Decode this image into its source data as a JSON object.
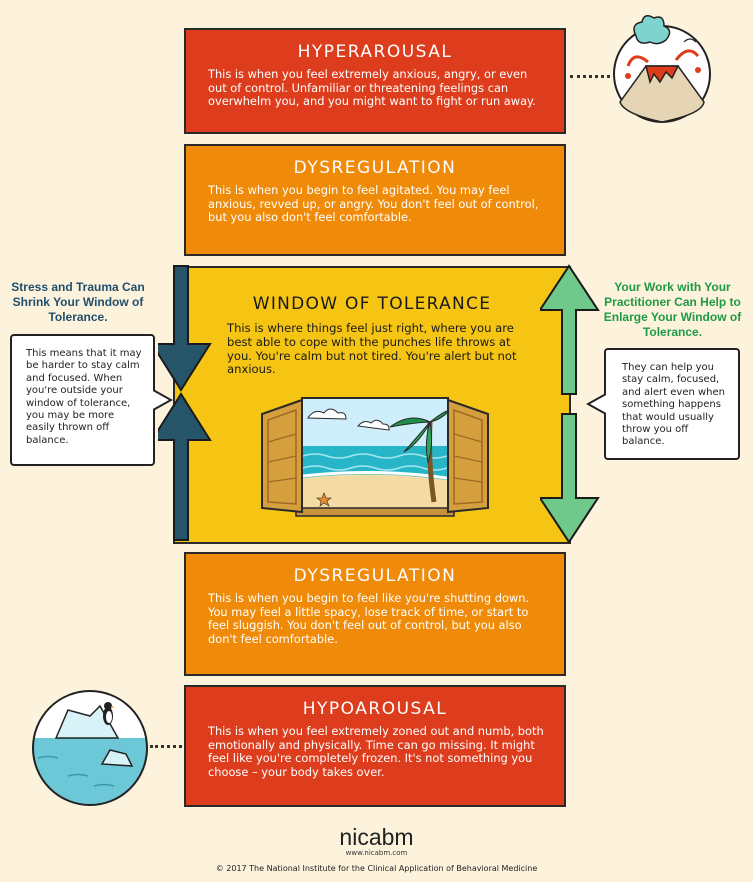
{
  "bands": {
    "hyperarousal": {
      "title": "HYPERAROUSAL",
      "text": "This is when you feel extremely anxious, angry, or even out of control. Unfamiliar or threatening feelings can overwhelm you, and you might want to fight or run away."
    },
    "dysregulation_top": {
      "title": "DYSREGULATION",
      "text": "This is when you begin to feel agitated. You may feel anxious, revved up, or angry. You don't feel out of control, but you also don't feel comfortable."
    },
    "window": {
      "title": "WINDOW OF TOLERANCE",
      "text": "This is where things feel just right, where you are best able to cope with the punches life throws at you. You're calm but not tired. You're alert but not anxious."
    },
    "dysregulation_bottom": {
      "title": "DYSREGULATION",
      "text": "This is when you begin to feel like you're shutting down. You may feel a little spacy, lose track of time, or start to feel sluggish. You don't feel out of control, but you also don't feel comfortable."
    },
    "hypoarousal": {
      "title": "HYPOAROUSAL",
      "text": "This is when you feel extremely zoned out and numb, both emotionally and physically. Time can go missing. It might feel like you're completely frozen. It's not something you choose – your body takes over."
    }
  },
  "left_side": {
    "heading": "Stress and Trauma Can Shrink Your Window of Tolerance.",
    "bubble": "This means that it may be harder to stay calm and focused. When you're outside your window of tolerance, you may be more easily thrown off balance."
  },
  "right_side": {
    "heading": "Your Work with Your Practitioner Can Help to Enlarge Your Window of Tolerance.",
    "bubble": "They can help you stay calm, focused, and alert even when something happens that would usually throw you off balance."
  },
  "footer": {
    "logo": "nicabm",
    "url": "www.nicabm.com",
    "copyright": "©  2017  The National Institute for the Clinical Application of Behavioral Medicine"
  },
  "colors": {
    "red": "#dd3d1d",
    "orange": "#f08a09",
    "yellow": "#f6c513",
    "left_blue": "#265569",
    "right_green": "#6fc98a",
    "right_heading": "#1e9a44",
    "left_heading": "#214f6b"
  },
  "icons": {
    "top_right": "volcano-icon",
    "bottom_left": "iceberg-penguin-icon",
    "center": "open-window-beach-icon"
  }
}
